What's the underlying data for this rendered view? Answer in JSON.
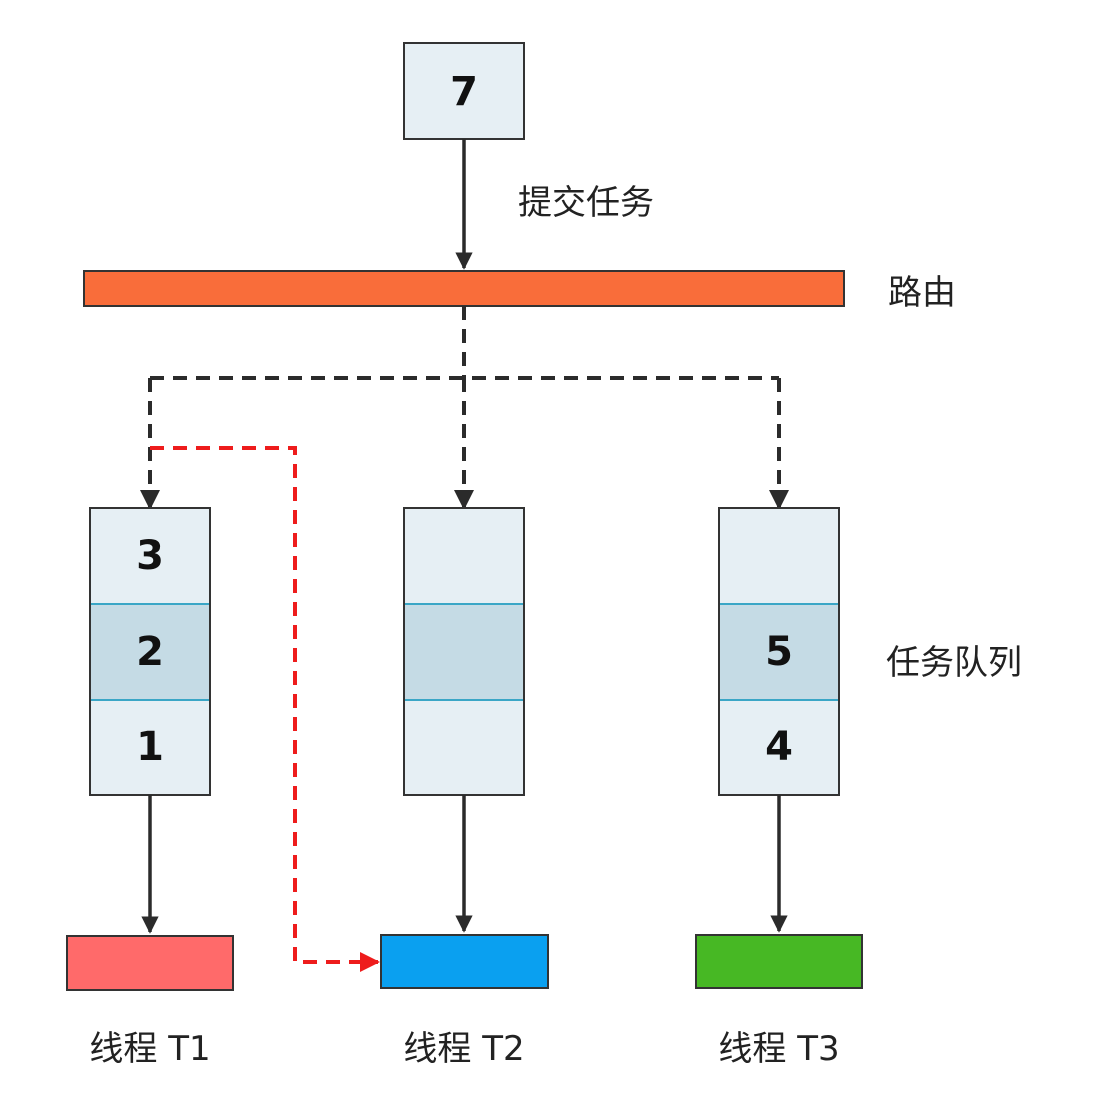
{
  "submit": {
    "task_number": "7",
    "label": "提交任务"
  },
  "router": {
    "label": "路由",
    "color": "#f96d3a"
  },
  "queues_label": "任务队列",
  "queues": [
    {
      "slots": [
        "3",
        "2",
        "1"
      ]
    },
    {
      "slots": [
        "",
        "",
        ""
      ]
    },
    {
      "slots": [
        "",
        "5",
        "4"
      ]
    }
  ],
  "threads": [
    {
      "label": "线程 T1",
      "color": "#ff6a6a"
    },
    {
      "label": "线程 T2",
      "color": "#0aa0f0"
    },
    {
      "label": "线程 T3",
      "color": "#47b824"
    }
  ],
  "colors": {
    "box_fill": "#e6eff4",
    "box_mid_fill": "#c5dbe5",
    "divider": "#3aa6c6",
    "arrow": "#2b2b2b",
    "steal_arrow": "#ee1c1c"
  }
}
